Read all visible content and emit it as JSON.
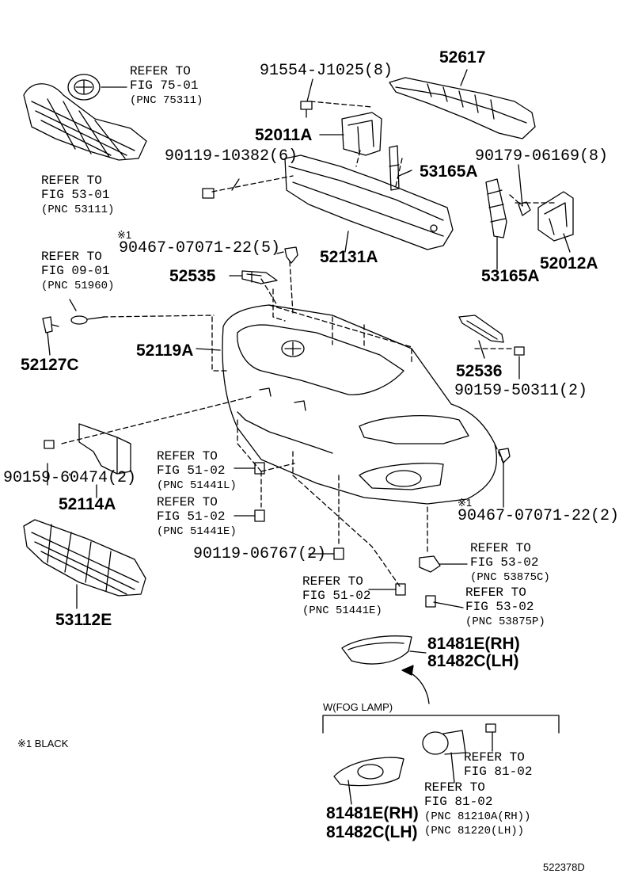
{
  "diagram_code": "522378D",
  "note_black": "※1 BLACK",
  "fog_lamp_header": "W(FOG LAMP)",
  "parts": {
    "p52617": "52617",
    "p91554": "91554-J1025(8)",
    "p52011a": "52011A",
    "p90119_10382": "90119-10382(6)",
    "p90179": "90179-06169(8)",
    "p53165a_1": "53165A",
    "p53165a_2": "53165A",
    "p52012a": "52012A",
    "p52131a": "52131A",
    "p90467_1": "90467-07071-22(5)",
    "p52535": "52535",
    "p52127c": "52127C",
    "p52119a": "52119A",
    "p52536": "52536",
    "p90159_50311": "90159-50311(2)",
    "p90159_60474": "90159-60474(2)",
    "p52114a": "52114A",
    "p53112e": "53112E",
    "p90467_2": "90467-07071-22(2)",
    "p90119_06767": "90119-06767(2)",
    "p81481e_1": "81481E(RH)",
    "p81482c_1": "81482C(LH)",
    "p81481e_2": "81481E(RH)",
    "p81482c_2": "81482C(LH)"
  },
  "marks": {
    "m1": "※1",
    "m2": "※1"
  },
  "refs": {
    "r75_1": "REFER TO",
    "r75_2": "FIG 75-01",
    "r75_3": "(PNC 75311)",
    "r53_1": "REFER TO",
    "r53_2": "FIG 53-01",
    "r53_3": "(PNC 53111)",
    "r09_1": "REFER TO",
    "r09_2": "FIG 09-01",
    "r09_3": "(PNC 51960)",
    "r51l_1": "REFER TO",
    "r51l_2": "FIG 51-02",
    "r51l_3": "(PNC 51441L)",
    "r51e_1": "REFER TO",
    "r51e_2": "FIG 51-02",
    "r51e_3": "(PNC 51441E)",
    "r51e2_1": "REFER TO",
    "r51e2_2": "FIG 51-02",
    "r51e2_3": "(PNC 51441E)",
    "r53c_1": "REFER TO",
    "r53c_2": "FIG 53-02",
    "r53c_3": "(PNC 53875C)",
    "r53p_1": "REFER TO",
    "r53p_2": "FIG 53-02",
    "r53p_3": "(PNC 53875P)",
    "r81a_1": "REFER TO",
    "r81a_2": "FIG 81-02",
    "r81b_1": "REFER TO",
    "r81b_2": "FIG 81-02",
    "r81b_3": "(PNC 81210A(RH))",
    "r81b_4": "(PNC 81220(LH))"
  }
}
